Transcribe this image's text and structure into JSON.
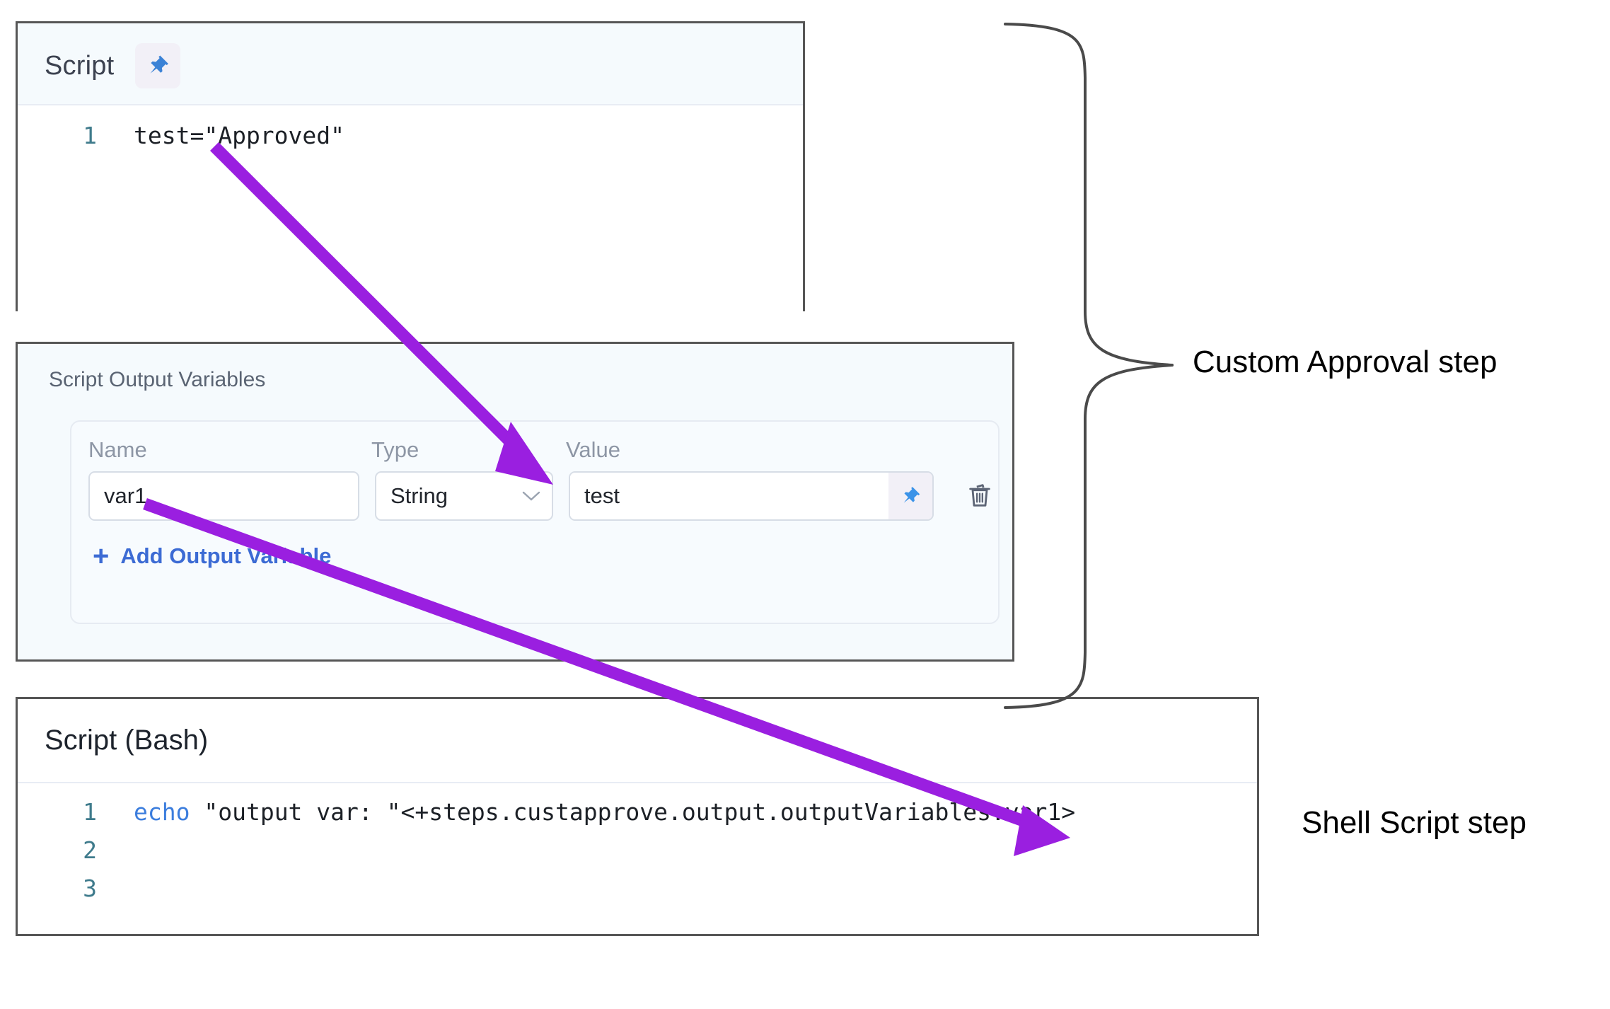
{
  "colors": {
    "arrow": "#9a1fe0",
    "brace": "#4a4a4a",
    "panel_border": "#565656",
    "panel_bg": "#f5fafd",
    "link": "#3c6bd4",
    "pin": "#3b82d6",
    "keyword": "#3b7ddd",
    "gutter": "#3f7b8c"
  },
  "script_panel": {
    "title": "Script",
    "pin_icon": "pin-icon",
    "code": {
      "lines": [
        {
          "number": "1",
          "text": "test=\"Approved\""
        }
      ]
    }
  },
  "output_variables_panel": {
    "title": "Script Output Variables",
    "columns": {
      "name": "Name",
      "type": "Type",
      "value": "Value"
    },
    "rows": [
      {
        "name": "var1",
        "type": "String",
        "type_chevron_icon": "chevron-down-icon",
        "value": "test",
        "pin_icon": "pin-icon",
        "delete_icon": "trash-icon"
      }
    ],
    "add_label": "Add Output Variable",
    "add_plus": "+"
  },
  "bash_panel": {
    "title": "Script (Bash)",
    "code": {
      "lines": [
        {
          "number": "1",
          "keyword": "echo",
          "text": " \"output var: \"<+steps.custapprove.output.outputVariables.var1>"
        },
        {
          "number": "2",
          "keyword": "",
          "text": ""
        },
        {
          "number": "3",
          "keyword": "",
          "text": ""
        }
      ]
    }
  },
  "annotations": {
    "custom_approval": "Custom Approval step",
    "shell_script": "Shell Script step"
  }
}
